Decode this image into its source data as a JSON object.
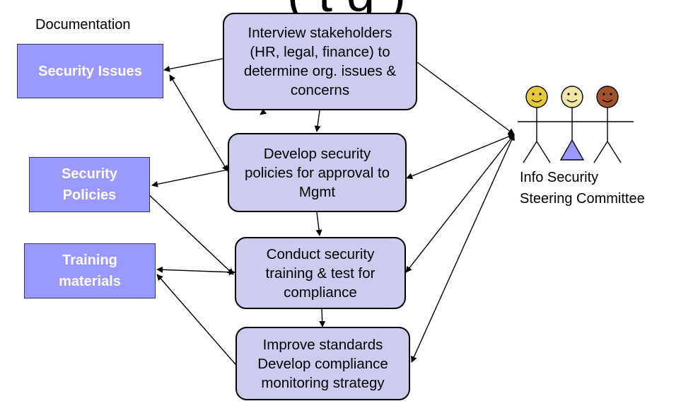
{
  "title_fragment": "(          t  g      )",
  "documentation": {
    "heading": "Documentation",
    "items": [
      {
        "id": "security-issues",
        "label": "Security Issues"
      },
      {
        "id": "security-policies",
        "label": "Security Policies"
      },
      {
        "id": "training-materials",
        "label": "Training materials"
      }
    ],
    "fill_color": "#9999ff"
  },
  "process_steps": [
    {
      "id": "interview",
      "label": "Interview stakeholders (HR, legal, finance) to determine org. issues & concerns"
    },
    {
      "id": "develop",
      "label": "Develop security policies for approval to Mgmt"
    },
    {
      "id": "conduct",
      "label": "Conduct security training & test for compliance"
    },
    {
      "id": "improve",
      "label": "Improve standards Develop compliance monitoring strategy"
    }
  ],
  "process_fill_color": "#ccccee",
  "committee": {
    "label_line1": "Info Security",
    "label_line2": "Steering Committee",
    "members": [
      {
        "face_color": "#e8c93a"
      },
      {
        "face_color": "#f3e6a6"
      },
      {
        "face_color": "#a0522d"
      }
    ]
  }
}
